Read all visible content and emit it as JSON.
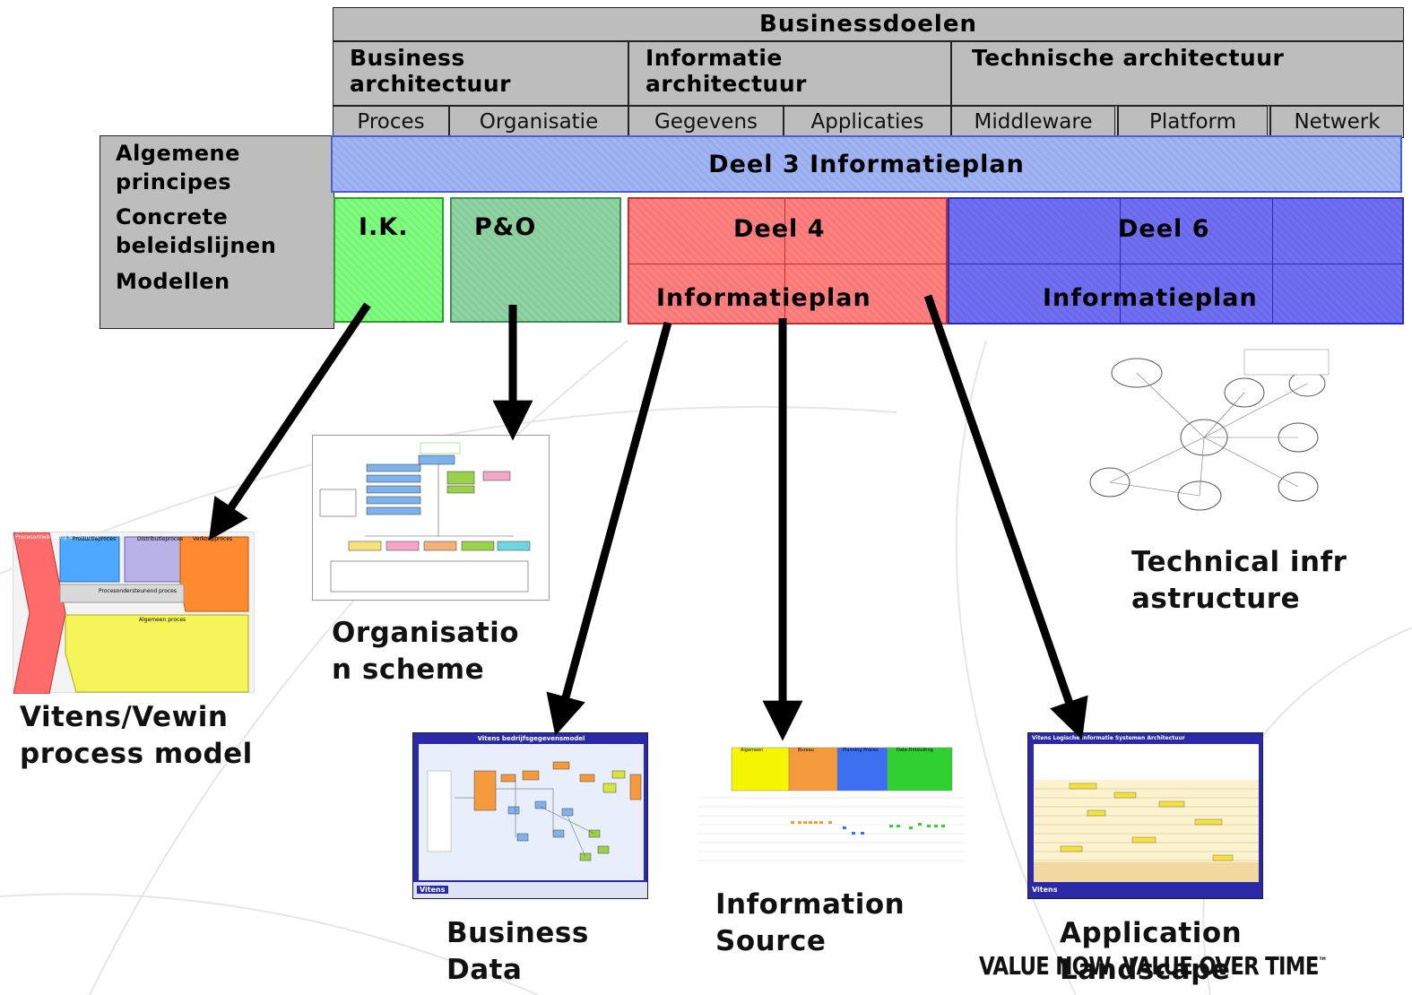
{
  "table": {
    "top_header": "Businessdoelen",
    "groups": [
      "Business architectuur",
      "Informatie architectuur",
      "Technische architectuur"
    ],
    "subheaders": [
      "Proces",
      "Organisatie",
      "Gegevens",
      "Applicaties",
      "Middleware",
      "Platform",
      "Netwerk"
    ],
    "row_labels": [
      "Algemene principes",
      "Concrete beleidslijnen",
      "Modellen"
    ],
    "deel3": "Deel 3 Informatieplan",
    "ik": "I.K.",
    "po": "P&O",
    "deel4_title": "Deel 4",
    "deel4_sub": "Informatieplan",
    "deel6_title": "Deel 6",
    "deel6_sub": "Informatieplan"
  },
  "colors": {
    "header_grey": "#bdbdbd",
    "deel3_blue": "#a0b4f5",
    "ik_green": "#7dfd7d",
    "po_green": "#8ed3a0",
    "deel4_red": "#ff7f7f",
    "deel6_blue": "#6f6ff3",
    "arrow": "#000000"
  },
  "captions": {
    "process_model": "Vitens/Vewin process model",
    "org_scheme": "Organisation scheme",
    "business_data": "Business Data",
    "info_source": "Information Source",
    "app_landscape": "Application Landscape",
    "tech_infra": "Technical infrastructure"
  },
  "thumbnails": {
    "process_model": [
      "Procesontwikkeling & Evaluatie",
      "Productieproces",
      "Distributieproces",
      "Verkoopproces",
      "Procesondersteunend proces",
      "Algemeen proces"
    ],
    "business_data_title": "Vitens bedrijfsgegevensmodel",
    "app_landscape_title": "Vitens Logische Informatie Systemen Architectuur",
    "info_source_groups": [
      "Algemeen",
      "Bureau",
      "Planning Proces",
      "Data Ontsluiting"
    ],
    "logo_text": "Vitens"
  },
  "footer": {
    "tagline": "VALUE NOW. VALUE OVER TIME",
    "trademark": "™"
  }
}
